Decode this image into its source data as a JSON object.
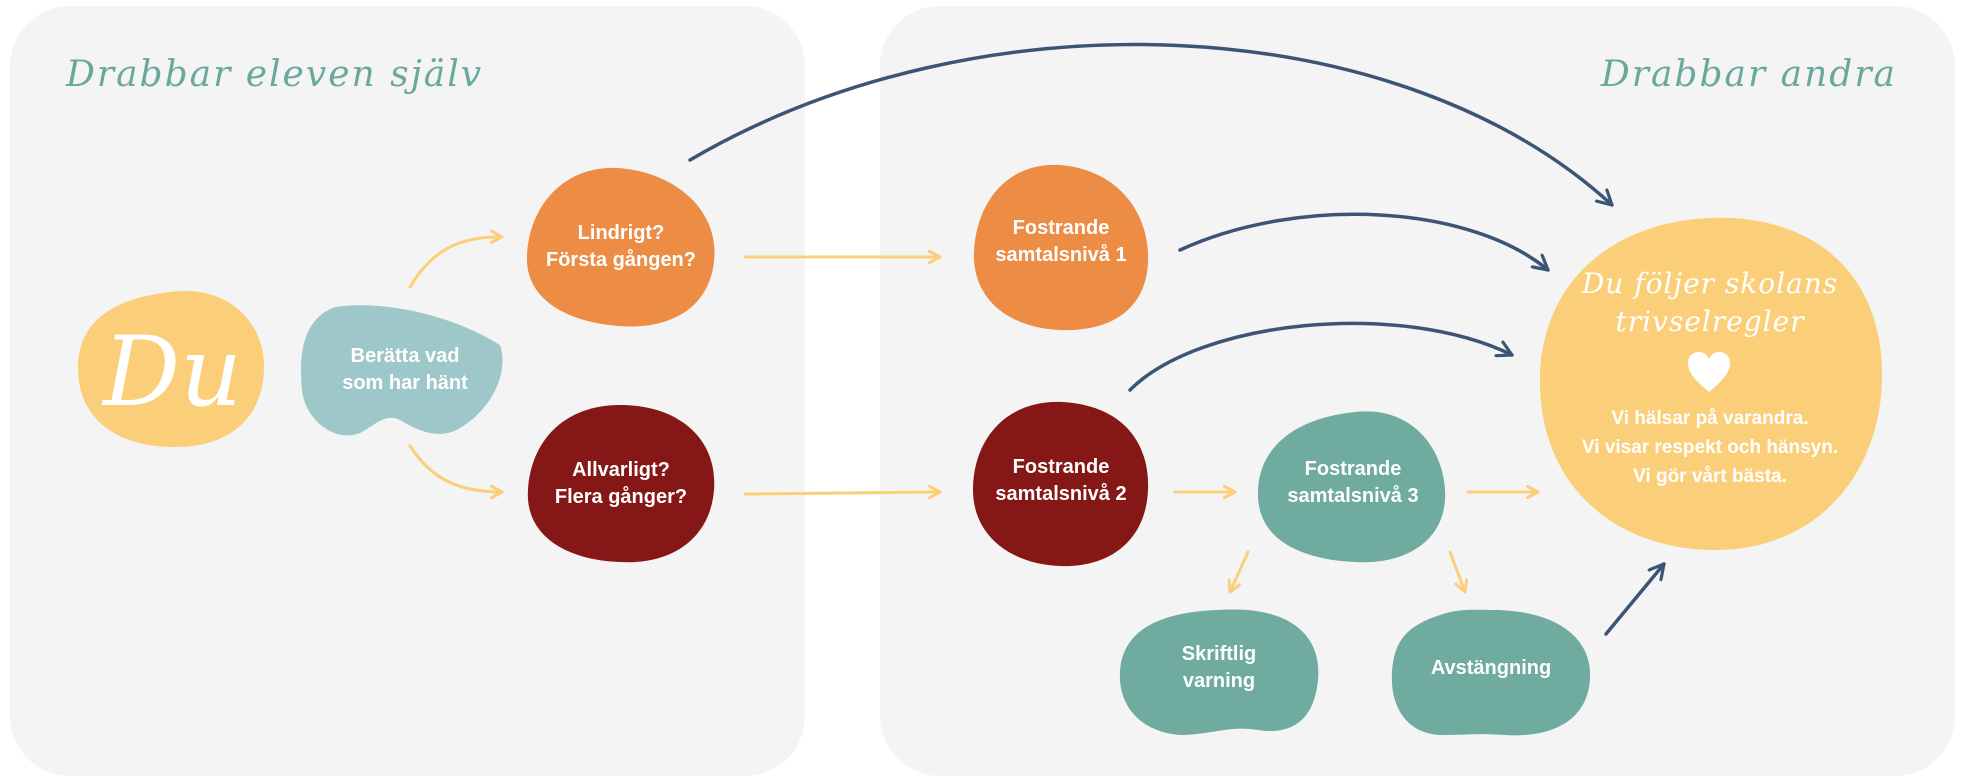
{
  "headings": {
    "left": "Drabbar eleven själv",
    "right": "Drabbar andra"
  },
  "nodes": {
    "du": "Du",
    "beratta": [
      "Berätta vad",
      "som har hänt"
    ],
    "lindrigt": [
      "Lindrigt?",
      "Första gången?"
    ],
    "allvarligt": [
      "Allvarligt?",
      "Flera gånger?"
    ],
    "niva1": [
      "Fostrande",
      "samtalsnivå 1"
    ],
    "niva2": [
      "Fostrande",
      "samtalsnivå 2"
    ],
    "niva3": [
      "Fostrande",
      "samtalsnivå 3"
    ],
    "skriftlig": [
      "Skriftlig",
      "varning"
    ],
    "avstangning": [
      "Avstängning"
    ]
  },
  "goal": {
    "title": [
      "Du följer skolans",
      "trivselregler"
    ],
    "rules": [
      "Vi hälsar på varandra.",
      "Vi visar respekt och hänsyn.",
      "Vi gör vårt bästa."
    ]
  },
  "colors": {
    "panel": "#f4f4f4",
    "heading": "#6aa89c",
    "yellow": "#fbcf7a",
    "teal_light": "#9dc7c8",
    "orange": "#ec8c45",
    "dark_red": "#861717",
    "teal": "#6fab9f",
    "arrow_yellow": "#fbcf7a",
    "arrow_navy": "#3d5575"
  },
  "icons": {
    "heart": "heart-icon"
  }
}
